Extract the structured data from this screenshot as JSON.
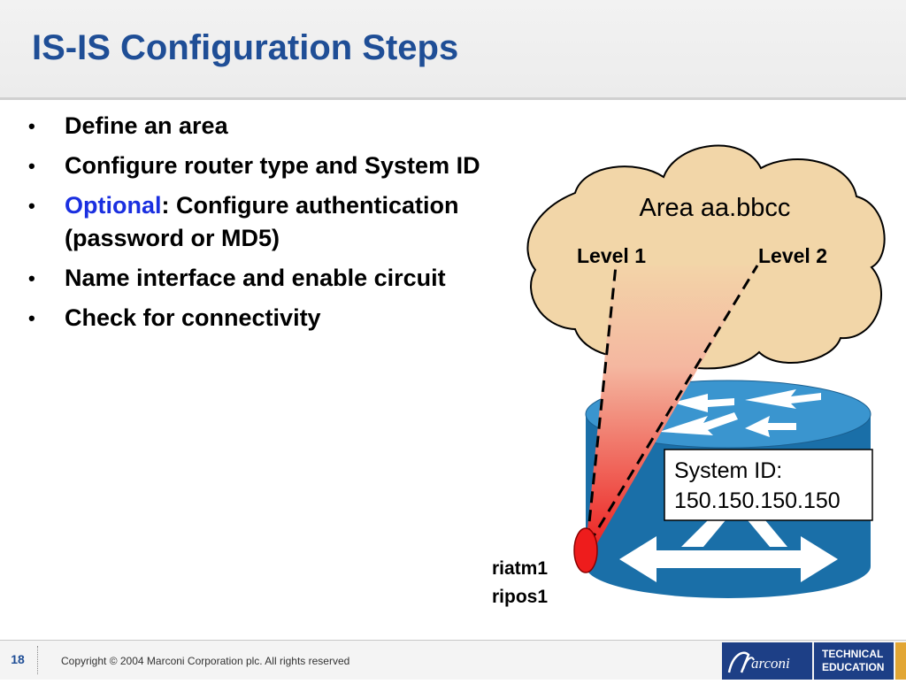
{
  "slide": {
    "title": "IS-IS Configuration Steps",
    "bullets": [
      {
        "text": "Define an area"
      },
      {
        "text": "Configure router type and System ID"
      },
      {
        "highlight": "Optional",
        "text": ": Configure authentication (password or MD5)"
      },
      {
        "text": "Name interface and enable circuit"
      },
      {
        "text": "Check for connectivity"
      }
    ]
  },
  "diagram": {
    "area_label": "Area aa.bbcc",
    "level1_label": "Level 1",
    "level2_label": "Level 2",
    "system_id_label": "System ID:",
    "system_id_value": "150.150.150.150",
    "interface_1": "riatm1",
    "interface_2": "ripos1"
  },
  "footer": {
    "page_number": "18",
    "copyright": "Copyright © 2004 Marconi Corporation plc. All rights reserved",
    "logo_text": "Marconi",
    "badge_line1": "TECHNICAL",
    "badge_line2": "EDUCATION"
  },
  "colors": {
    "title_blue": "#1f4e96",
    "optional_blue": "#1a2fe0",
    "cloud_fill": "#f2d6a8",
    "router_blue": "#1a6fa8",
    "router_top": "#3a95cf",
    "beam_red": "#e51e1e",
    "footer_navy": "#1d3f86",
    "footer_gold": "#e2a634"
  },
  "icons": [
    "bullet-icon",
    "cloud-icon",
    "router-icon",
    "connection-point-icon",
    "marconi-logo"
  ]
}
